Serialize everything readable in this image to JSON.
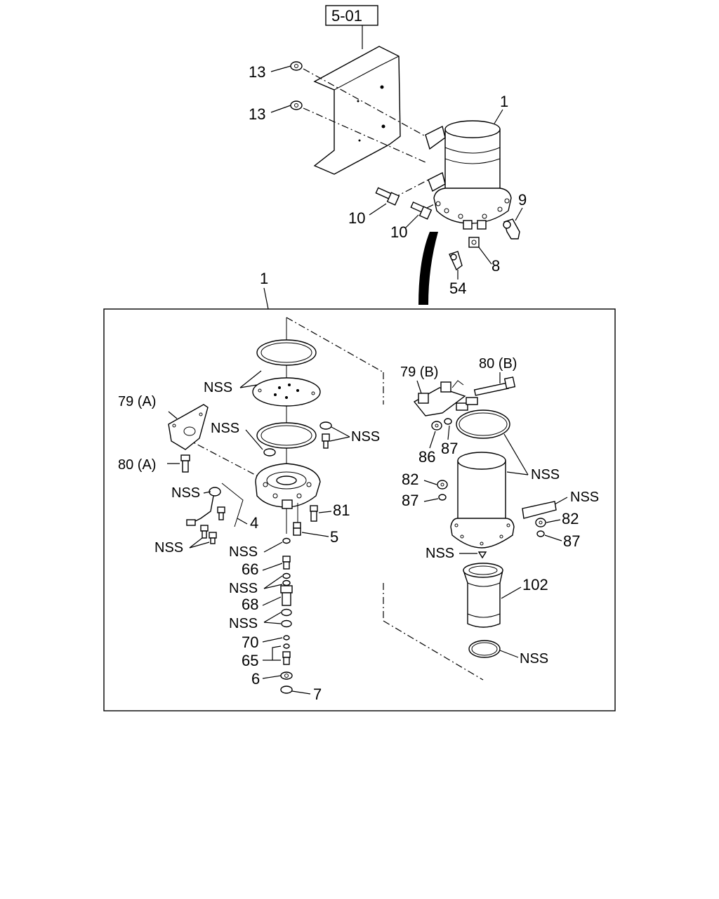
{
  "diagram": {
    "ref_box": "5-01",
    "upper_labels": {
      "nut_top": "13",
      "nut_mid": "13",
      "assy": "1",
      "bolt_left": "10",
      "bolt_right": "10",
      "elbow": "9",
      "fitting_8": "8",
      "fitting_54": "54"
    },
    "detail_ref": "1",
    "lower_left_labels": {
      "bracket_a": "79 (A)",
      "bolt_a": "80 (A)",
      "nss_plate": "NSS",
      "nss_gasket": "NSS",
      "nss_washer_pair": "NSS",
      "nss_sensor": "NSS",
      "sensor": "4",
      "nss_screws": "NSS",
      "bolt_81": "81",
      "plug_5": "5",
      "nss_ring": "NSS",
      "part_66": "66",
      "nss_pair1": "NSS",
      "part_68": "68",
      "nss_pair2": "NSS",
      "part_70": "70",
      "part_65": "65",
      "part_6": "6",
      "part_7": "7"
    },
    "lower_right_labels": {
      "bracket_b": "79 (B)",
      "bolt_b": "80 (B)",
      "nut_86": "86",
      "washer_87a": "87",
      "nss_band": "NSS",
      "nut_82a": "82",
      "washer_87b": "87",
      "nss_label": "NSS",
      "nut_82b": "82",
      "washer_87c": "87",
      "nss_drain": "NSS",
      "element_102": "102",
      "nss_oring": "NSS"
    }
  }
}
